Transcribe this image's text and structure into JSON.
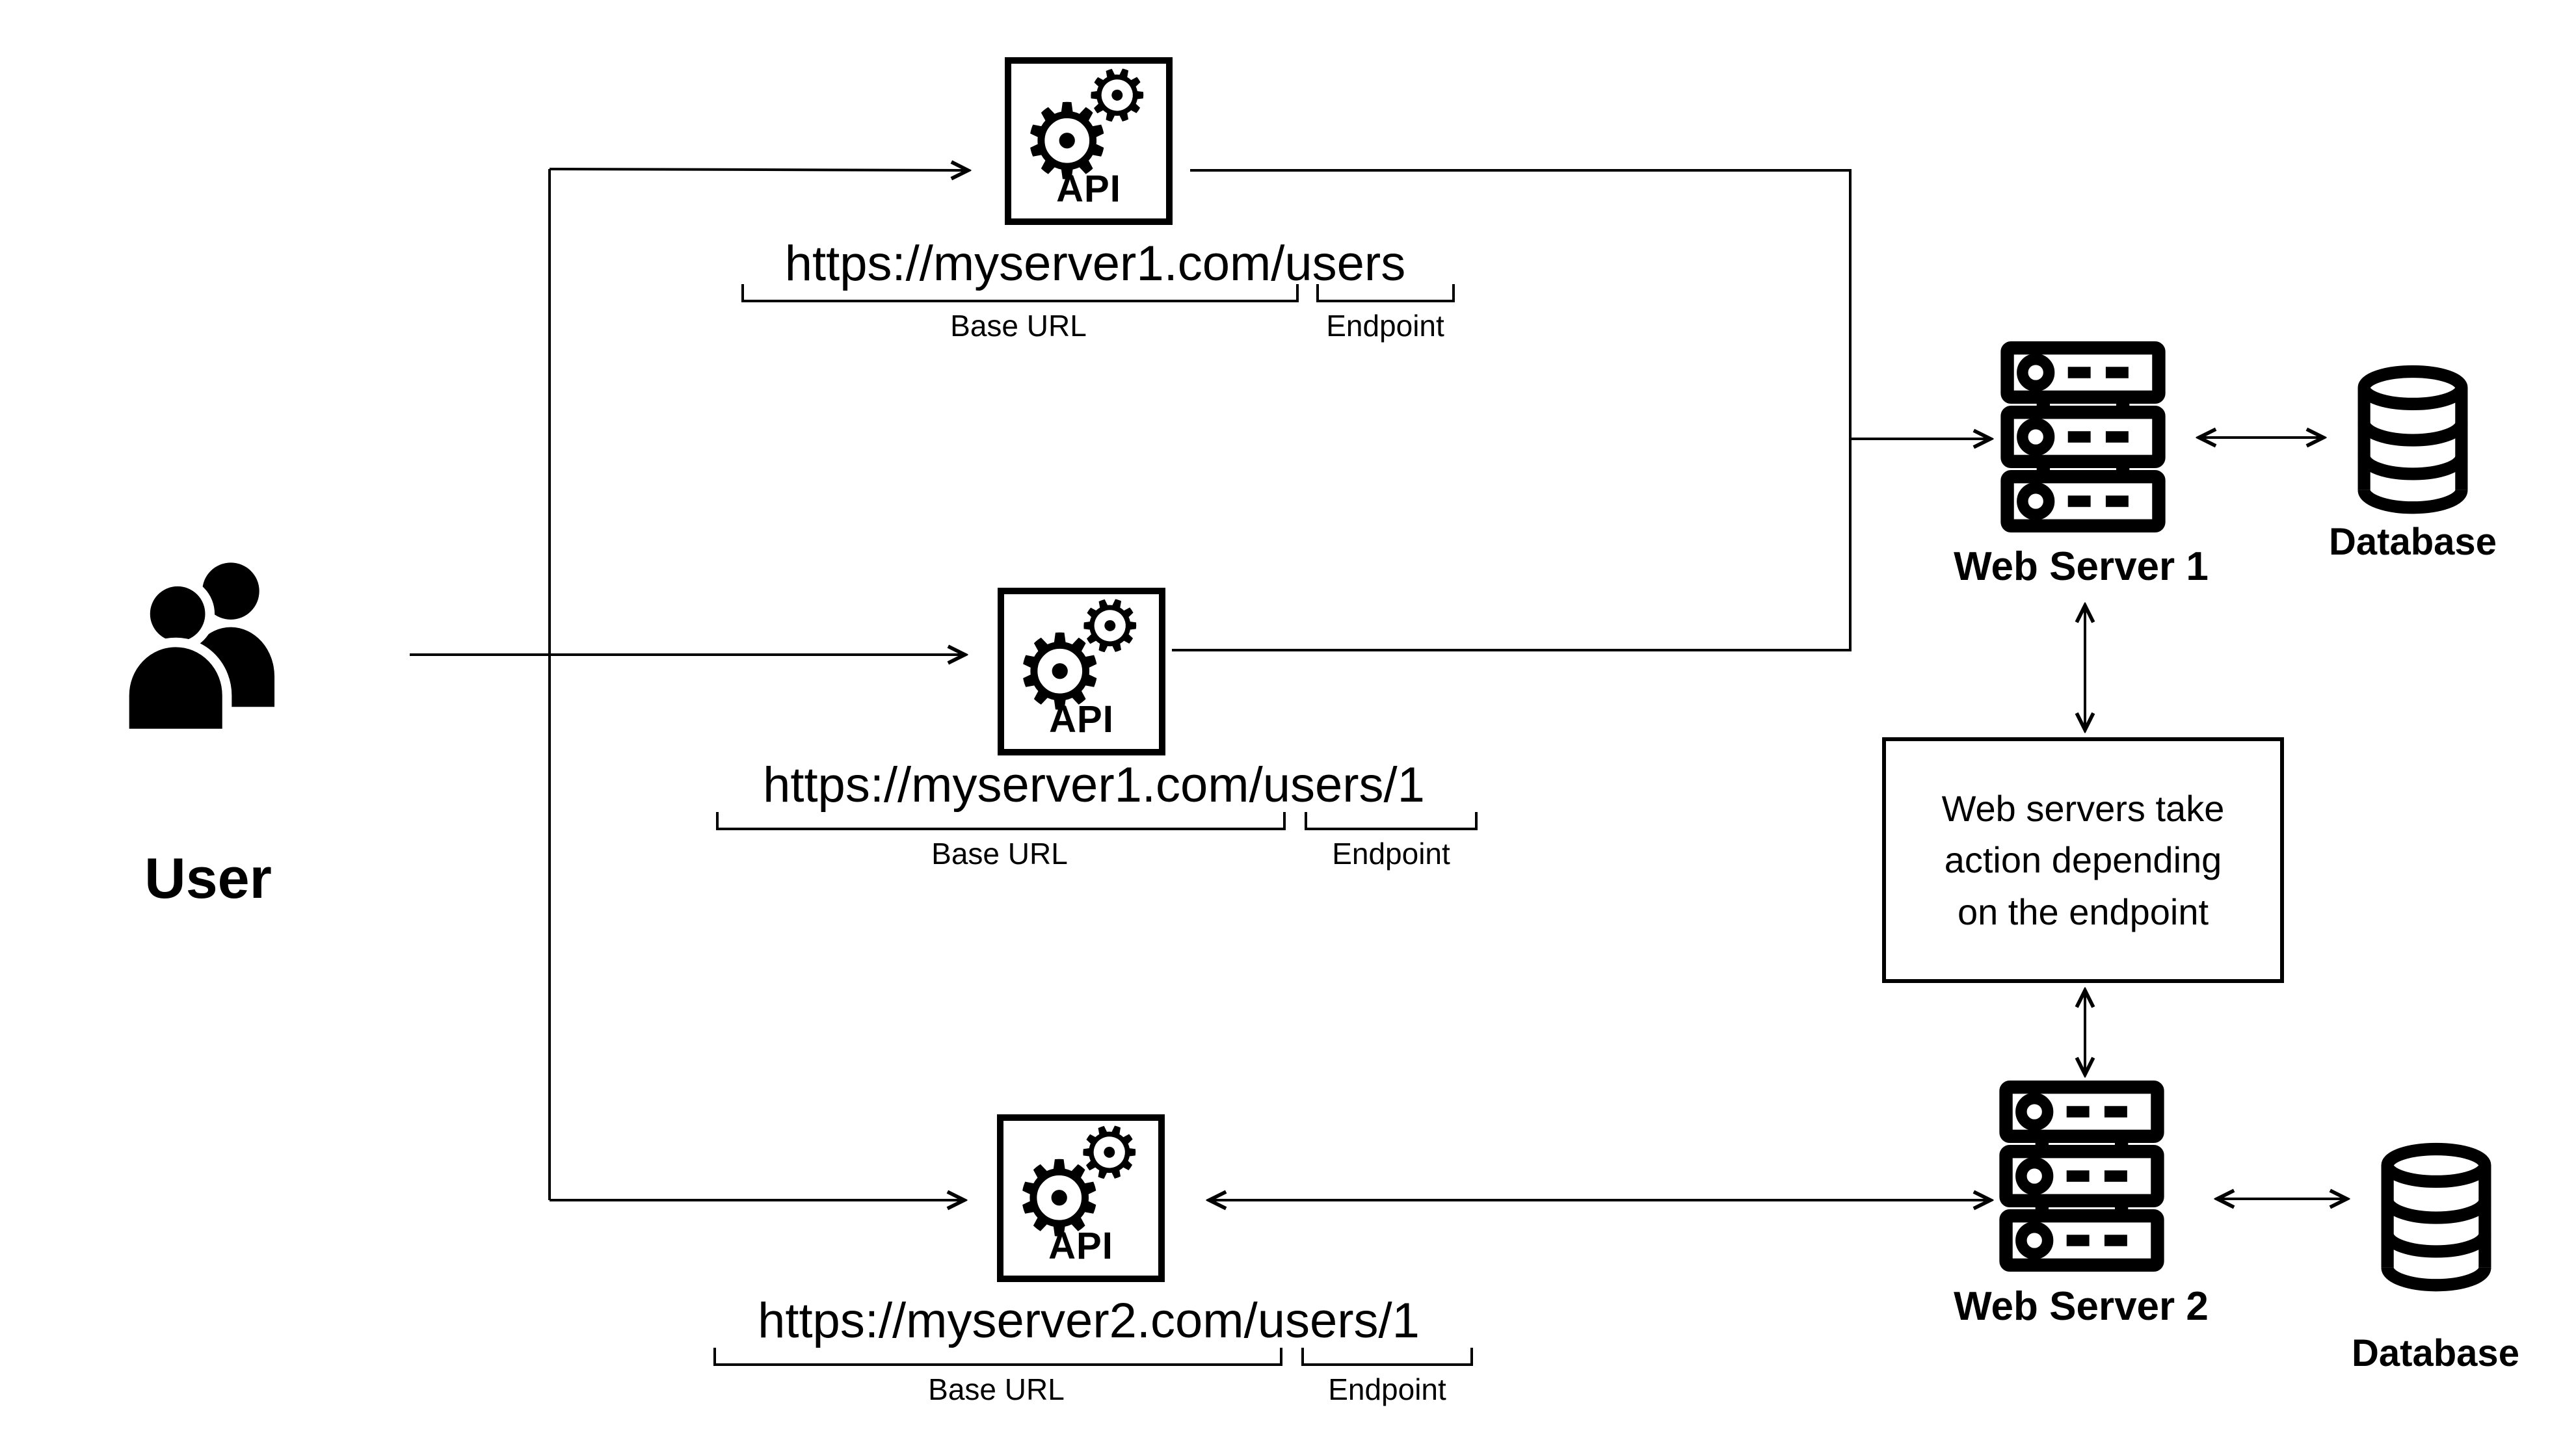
{
  "user": {
    "label": "User"
  },
  "gear_glyph": "⚙",
  "apis": [
    {
      "label": "API",
      "url": "https://myserver1.com/users",
      "base_label": "Base URL",
      "endpoint_label": "Endpoint"
    },
    {
      "label": "API",
      "url": "https://myserver1.com/users/1",
      "base_label": "Base URL",
      "endpoint_label": "Endpoint"
    },
    {
      "label": "API",
      "url": "https://myserver2.com/users/1",
      "base_label": "Base URL",
      "endpoint_label": "Endpoint"
    }
  ],
  "servers": [
    {
      "label": "Web Server 1"
    },
    {
      "label": "Web Server 2"
    }
  ],
  "databases": [
    {
      "label": "Database"
    },
    {
      "label": "Database"
    }
  ],
  "note": {
    "text": "Web servers take action depending on the endpoint"
  },
  "colors": {
    "ink": "#000000",
    "background": "#ffffff"
  }
}
